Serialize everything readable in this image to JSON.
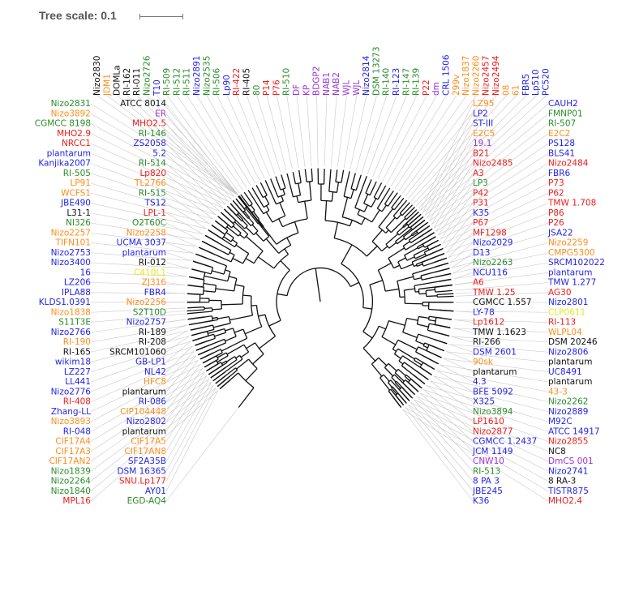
{
  "scale": {
    "label": "Tree scale: 0.1",
    "value": 0.1
  },
  "colors": {
    "r": "#f01a1a",
    "b": "#1f1fe8",
    "g": "#2a8c2a",
    "o": "#ff8c1a",
    "p": "#9a33d6",
    "k": "#111111",
    "y": "#e8e81a"
  },
  "leaves": [
    {
      "name": "EGD-AQ4",
      "c": "g"
    },
    {
      "name": "MPL16",
      "c": "r"
    },
    {
      "name": "AY01",
      "c": "b"
    },
    {
      "name": "Nizo1840",
      "c": "g"
    },
    {
      "name": "SNU.Lp177",
      "c": "r"
    },
    {
      "name": "Nizo2264",
      "c": "g"
    },
    {
      "name": "DSM 16365",
      "c": "b"
    },
    {
      "name": "Nizo1839",
      "c": "g"
    },
    {
      "name": "SF2A35B",
      "c": "b"
    },
    {
      "name": "CIF17AN2",
      "c": "o"
    },
    {
      "name": "CIF17AN8",
      "c": "o"
    },
    {
      "name": "CIF17A3",
      "c": "o"
    },
    {
      "name": "CIF17A5",
      "c": "o"
    },
    {
      "name": "CIF17A4",
      "c": "o"
    },
    {
      "name": "plantarum",
      "c": "k"
    },
    {
      "name": "RI-048",
      "c": "b"
    },
    {
      "name": "Nizo2802",
      "c": "b"
    },
    {
      "name": "Nizo3893",
      "c": "o"
    },
    {
      "name": "CIP104448",
      "c": "o"
    },
    {
      "name": "Zhang-LL",
      "c": "b"
    },
    {
      "name": "RI-086",
      "c": "b"
    },
    {
      "name": "RI-408",
      "c": "r"
    },
    {
      "name": "plantarum",
      "c": "k"
    },
    {
      "name": "Nizo2776",
      "c": "b"
    },
    {
      "name": "HFC8",
      "c": "o"
    },
    {
      "name": "LL441",
      "c": "b"
    },
    {
      "name": "NL42",
      "c": "b"
    },
    {
      "name": "LZ227",
      "c": "b"
    },
    {
      "name": "GB-LP1",
      "c": "b"
    },
    {
      "name": "wikim18",
      "c": "b"
    },
    {
      "name": "SRCM101060",
      "c": "k"
    },
    {
      "name": "RI-165",
      "c": "k"
    },
    {
      "name": "RI-208",
      "c": "k"
    },
    {
      "name": "RI-190",
      "c": "o"
    },
    {
      "name": "RI-189",
      "c": "k"
    },
    {
      "name": "Nizo2766",
      "c": "b"
    },
    {
      "name": "Nizo2757",
      "c": "b"
    },
    {
      "name": "S11T3E",
      "c": "g"
    },
    {
      "name": "S2T10D",
      "c": "g"
    },
    {
      "name": "Nizo1838",
      "c": "o"
    },
    {
      "name": "Nizo2256",
      "c": "o"
    },
    {
      "name": "KLDS1.0391",
      "c": "b"
    },
    {
      "name": "FBR4",
      "c": "b"
    },
    {
      "name": "IPLA88",
      "c": "b"
    },
    {
      "name": "ZJ316",
      "c": "o"
    },
    {
      "name": "LZ206",
      "c": "b"
    },
    {
      "name": "C410L1",
      "c": "y"
    },
    {
      "name": "16",
      "c": "b"
    },
    {
      "name": "RI-012",
      "c": "k"
    },
    {
      "name": "Nizo3400",
      "c": "b"
    },
    {
      "name": "plantarum",
      "c": "b"
    },
    {
      "name": "Nizo2753",
      "c": "b"
    },
    {
      "name": "UCMA 3037",
      "c": "b"
    },
    {
      "name": "TIFN101",
      "c": "o"
    },
    {
      "name": "Nizo2258",
      "c": "o"
    },
    {
      "name": "Nizo2257",
      "c": "o"
    },
    {
      "name": "O2T60C",
      "c": "g"
    },
    {
      "name": "NI326",
      "c": "g"
    },
    {
      "name": "LPL-1",
      "c": "r"
    },
    {
      "name": "L31-1",
      "c": "k"
    },
    {
      "name": "TS12",
      "c": "b"
    },
    {
      "name": "JBE490",
      "c": "b"
    },
    {
      "name": "RI-515",
      "c": "g"
    },
    {
      "name": "WCFS1",
      "c": "o"
    },
    {
      "name": "TL2766",
      "c": "o"
    },
    {
      "name": "LP91",
      "c": "o"
    },
    {
      "name": "Lp820",
      "c": "r"
    },
    {
      "name": "RI-505",
      "c": "g"
    },
    {
      "name": "RI-514",
      "c": "g"
    },
    {
      "name": "Kanjika2007",
      "c": "b"
    },
    {
      "name": "5.2",
      "c": "b"
    },
    {
      "name": "plantarum",
      "c": "b"
    },
    {
      "name": "ZS2058",
      "c": "b"
    },
    {
      "name": "NRCC1",
      "c": "r"
    },
    {
      "name": "RI-146",
      "c": "g"
    },
    {
      "name": "MHO2.9",
      "c": "r"
    },
    {
      "name": "MHO2.5",
      "c": "r"
    },
    {
      "name": "CGMCC 8198",
      "c": "g"
    },
    {
      "name": "ER",
      "c": "p"
    },
    {
      "name": "Nizo3892",
      "c": "o"
    },
    {
      "name": "ATCC 8014",
      "c": "k"
    },
    {
      "name": "Nizo2831",
      "c": "g"
    },
    {
      "name": "Nizo2830",
      "c": "k"
    },
    {
      "name": "JDM1",
      "c": "o"
    },
    {
      "name": "DOMLa",
      "c": "k"
    },
    {
      "name": "RI-162",
      "c": "k"
    },
    {
      "name": "RI-011",
      "c": "k"
    },
    {
      "name": "Nizo2726",
      "c": "g"
    },
    {
      "name": "T10",
      "c": "b"
    },
    {
      "name": "RI-509",
      "c": "g"
    },
    {
      "name": "RI-512",
      "c": "g"
    },
    {
      "name": "RI-511",
      "c": "g"
    },
    {
      "name": "Nizo2891",
      "c": "b"
    },
    {
      "name": "Nizo2535",
      "c": "g"
    },
    {
      "name": "RI-506",
      "c": "g"
    },
    {
      "name": "Lp90",
      "c": "b"
    },
    {
      "name": "RI-422",
      "c": "r"
    },
    {
      "name": "RI-405",
      "c": "k"
    },
    {
      "name": "80",
      "c": "g"
    },
    {
      "name": "P14",
      "c": "r"
    },
    {
      "name": "P76",
      "c": "r"
    },
    {
      "name": "RI-510",
      "c": "g"
    },
    {
      "name": "DF",
      "c": "p"
    },
    {
      "name": "KP",
      "c": "p"
    },
    {
      "name": "BDGP2",
      "c": "p"
    },
    {
      "name": "NAB1",
      "c": "p"
    },
    {
      "name": "NAB2",
      "c": "p"
    },
    {
      "name": "WJL",
      "c": "p"
    },
    {
      "name": "WJL",
      "c": "p"
    },
    {
      "name": "Nizo2814",
      "c": "b"
    },
    {
      "name": "DSM 13273",
      "c": "g"
    },
    {
      "name": "RI-140",
      "c": "g"
    },
    {
      "name": "RI-123",
      "c": "b"
    },
    {
      "name": "RI-147",
      "c": "g"
    },
    {
      "name": "RI-139",
      "c": "g"
    },
    {
      "name": "P22",
      "c": "r"
    },
    {
      "name": "dm",
      "c": "p"
    },
    {
      "name": "CRL 1506",
      "c": "b"
    },
    {
      "name": "299v",
      "c": "o"
    },
    {
      "name": "Nizo1837",
      "c": "o"
    },
    {
      "name": "Nizo2260",
      "c": "o"
    },
    {
      "name": "Nizo2457",
      "c": "r"
    },
    {
      "name": "Nizo2494",
      "c": "r"
    },
    {
      "name": "08",
      "c": "o"
    },
    {
      "name": "61",
      "c": "o"
    },
    {
      "name": "FBR5",
      "c": "b"
    },
    {
      "name": "Lp510",
      "c": "b"
    },
    {
      "name": "PC520",
      "c": "b"
    },
    {
      "name": "LZ95",
      "c": "o"
    },
    {
      "name": "CAUH2",
      "c": "b"
    },
    {
      "name": "LP2",
      "c": "b"
    },
    {
      "name": "FMNP01",
      "c": "g"
    },
    {
      "name": "ST-III",
      "c": "b"
    },
    {
      "name": "RI-507",
      "c": "g"
    },
    {
      "name": "E2C5",
      "c": "o"
    },
    {
      "name": "E2C2",
      "c": "o"
    },
    {
      "name": "19.1",
      "c": "p"
    },
    {
      "name": "PS128",
      "c": "b"
    },
    {
      "name": "B21",
      "c": "r"
    },
    {
      "name": "BLS41",
      "c": "b"
    },
    {
      "name": "Nizo2485",
      "c": "r"
    },
    {
      "name": "Nizo2484",
      "c": "r"
    },
    {
      "name": "A3",
      "c": "r"
    },
    {
      "name": "FBR6",
      "c": "b"
    },
    {
      "name": "LP3",
      "c": "g"
    },
    {
      "name": "P73",
      "c": "r"
    },
    {
      "name": "P42",
      "c": "r"
    },
    {
      "name": "P62",
      "c": "r"
    },
    {
      "name": "P31",
      "c": "r"
    },
    {
      "name": "TMW 1.708",
      "c": "r"
    },
    {
      "name": "K35",
      "c": "b"
    },
    {
      "name": "P86",
      "c": "r"
    },
    {
      "name": "P67",
      "c": "r"
    },
    {
      "name": "P26",
      "c": "r"
    },
    {
      "name": "MF1298",
      "c": "r"
    },
    {
      "name": "JSA22",
      "c": "b"
    },
    {
      "name": "Nizo2029",
      "c": "b"
    },
    {
      "name": "Nizo2259",
      "c": "o"
    },
    {
      "name": "D13",
      "c": "b"
    },
    {
      "name": "CMPG5300",
      "c": "o"
    },
    {
      "name": "Nizo2263",
      "c": "g"
    },
    {
      "name": "SRCM102022",
      "c": "b"
    },
    {
      "name": "NCU116",
      "c": "b"
    },
    {
      "name": "plantarum",
      "c": "b"
    },
    {
      "name": "A6",
      "c": "r"
    },
    {
      "name": "TMW 1.277",
      "c": "b"
    },
    {
      "name": "TMW 1.25",
      "c": "r"
    },
    {
      "name": "AG30",
      "c": "r"
    },
    {
      "name": "CGMCC 1.557",
      "c": "k"
    },
    {
      "name": "Nizo2801",
      "c": "b"
    },
    {
      "name": "LY-78",
      "c": "b"
    },
    {
      "name": "CLP0611",
      "c": "y"
    },
    {
      "name": "Lp1612",
      "c": "r"
    },
    {
      "name": "RI-113",
      "c": "r"
    },
    {
      "name": "TMW 1.1623",
      "c": "k"
    },
    {
      "name": "WLPL04",
      "c": "o"
    },
    {
      "name": "RI-266",
      "c": "k"
    },
    {
      "name": "DSM 20246",
      "c": "k"
    },
    {
      "name": "DSM 2601",
      "c": "b"
    },
    {
      "name": "Nizo2806",
      "c": "b"
    },
    {
      "name": "90sk",
      "c": "o"
    },
    {
      "name": "plantarum",
      "c": "k"
    },
    {
      "name": "plantarum",
      "c": "k"
    },
    {
      "name": "UC8491",
      "c": "b"
    },
    {
      "name": "4.3",
      "c": "b"
    },
    {
      "name": "plantarum",
      "c": "k"
    },
    {
      "name": "BFE 5092",
      "c": "b"
    },
    {
      "name": "43-3",
      "c": "o"
    },
    {
      "name": "X325",
      "c": "b"
    },
    {
      "name": "Nizo2262",
      "c": "g"
    },
    {
      "name": "Nizo3894",
      "c": "g"
    },
    {
      "name": "Nizo2889",
      "c": "b"
    },
    {
      "name": "LP1610",
      "c": "r"
    },
    {
      "name": "M92C",
      "c": "b"
    },
    {
      "name": "Nizo2877",
      "c": "r"
    },
    {
      "name": "ATCC 14917",
      "c": "b"
    },
    {
      "name": "CGMCC 1.2437",
      "c": "b"
    },
    {
      "name": "Nizo2855",
      "c": "r"
    },
    {
      "name": "JCM 1149",
      "c": "b"
    },
    {
      "name": "NC8",
      "c": "k"
    },
    {
      "name": "CNW10",
      "c": "p"
    },
    {
      "name": "DmCS 001",
      "c": "p"
    },
    {
      "name": "RI-513",
      "c": "g"
    },
    {
      "name": "Nizo2741",
      "c": "b"
    },
    {
      "name": "8 PA 3",
      "c": "b"
    },
    {
      "name": "8 RA-3",
      "c": "k"
    },
    {
      "name": "JBE245",
      "c": "b"
    },
    {
      "name": "TISTR875",
      "c": "b"
    },
    {
      "name": "K36",
      "c": "b"
    },
    {
      "name": "MHO2.4",
      "c": "r"
    }
  ]
}
